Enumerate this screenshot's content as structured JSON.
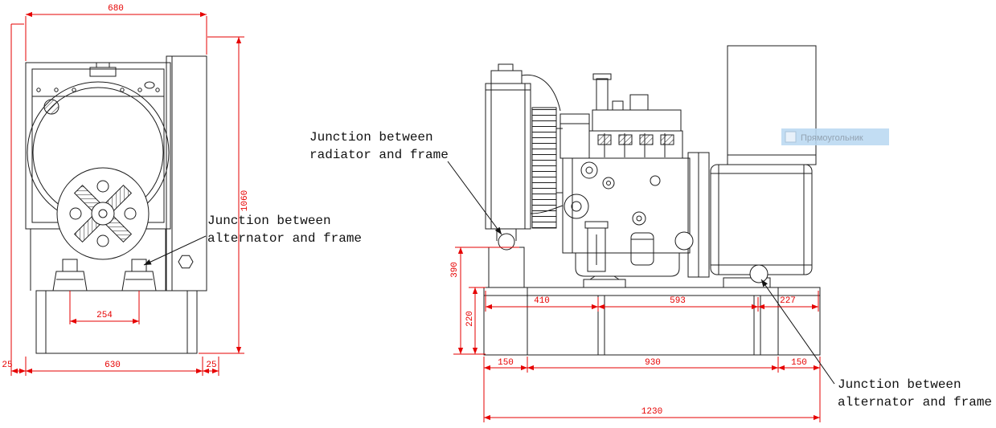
{
  "drawing": {
    "colors": {
      "line": "#1c1c1c",
      "dimension": "#e60000",
      "highlight_bg": "#bad8f1",
      "highlight_text": "#93a3b2"
    },
    "annotations": {
      "radiator_frame_line1": "Junction between",
      "radiator_frame_line2": "radiator and frame",
      "alternator_frame_line1": "Junction between",
      "alternator_frame_line2": "alternator and frame"
    },
    "tooltip": {
      "label": "Прямоугольник"
    },
    "front_view": {
      "dim_top_width": "680",
      "dim_height": "1060",
      "dim_foot_spacing": "254",
      "dim_left_margin": "25",
      "dim_base_width": "630",
      "dim_right_margin": "25"
    },
    "side_view": {
      "dim_radiator_mount_height": "390",
      "dim_frame_height": "220",
      "dim_front_span": "410",
      "dim_mid_span": "593",
      "dim_rear_span": "227",
      "dim_left_offset": "150",
      "dim_mount_span": "930",
      "dim_right_offset": "150",
      "dim_total_length": "1230"
    }
  }
}
